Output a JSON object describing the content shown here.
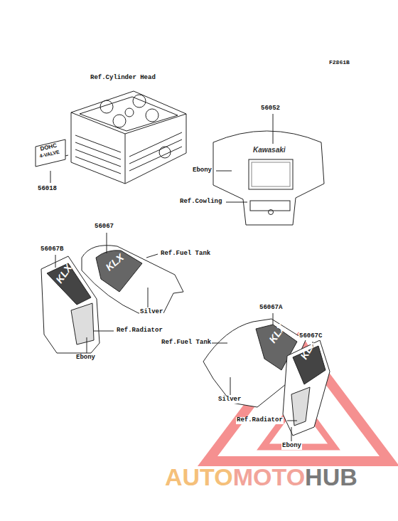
{
  "diagram": {
    "labels": [
      "F2861B",
      "Ref.Cylinder Head",
      "DOHC",
      "4-VALVE",
      "56018",
      "56052",
      "Kawasaki",
      "Ebony",
      "Ref.Cowling",
      "56067",
      "Ref.Fuel Tank",
      "KLX",
      "56067B",
      "KLX",
      "Silver",
      "Ref.Radiator",
      "Ebony",
      "56067A",
      "Ref.Fuel Tank",
      "KLX",
      "56067C",
      "KLX",
      "Silver",
      "Ref.Radiator",
      "Ebony",
      "AUTO",
      "MOTO",
      "HUB"
    ]
  }
}
